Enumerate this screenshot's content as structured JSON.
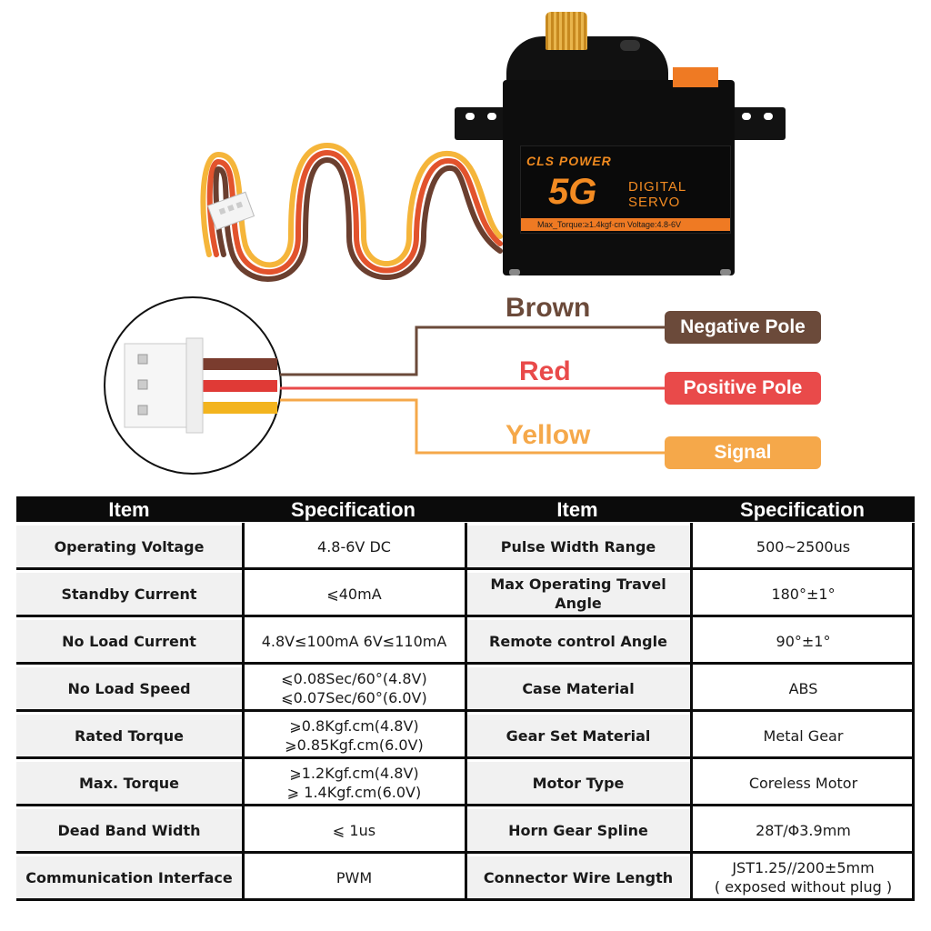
{
  "product": {
    "brand": "CLS POWER",
    "model_big": "5G",
    "model_line1": "DIGITAL",
    "model_line2": "SERVO",
    "label_strip": "Max_Torque:≥1.4kgf·cm  Voltage:4.8-6V"
  },
  "wiring": {
    "wires": [
      {
        "color_name": "Brown",
        "pole": "Negative Pole",
        "color": "#6b4a3a"
      },
      {
        "color_name": "Red",
        "pole": "Positive Pole",
        "color": "#e94a4a"
      },
      {
        "color_name": "Yellow",
        "pole": "Signal",
        "color": "#f5a84a"
      }
    ]
  },
  "table": {
    "headers": [
      "Item",
      "Specification",
      "Item",
      "Specification"
    ],
    "left_rows": [
      {
        "item": "Operating  Voltage",
        "value": "4.8-6V DC"
      },
      {
        "item": "Standby Current",
        "value": "⩽40mA"
      },
      {
        "item": "No Load Current",
        "value": "4.8V≤100mA    6V≤110mA"
      },
      {
        "item": "No Load Speed",
        "value": "⩽0.08Sec/60°(4.8V)\n⩽0.07Sec/60°(6.0V)"
      },
      {
        "item": "Rated Torque",
        "value": "⩾0.8Kgf.cm(4.8V)\n⩾0.85Kgf.cm(6.0V)"
      },
      {
        "item": "Max. Torque",
        "value": "⩾1.2Kgf.cm(4.8V)\n⩾ 1.4Kgf.cm(6.0V)"
      },
      {
        "item": "Dead Band Width",
        "value": "⩽ 1us"
      },
      {
        "item": "Communication Interface",
        "value": "PWM"
      }
    ],
    "right_rows": [
      {
        "item": "Pulse Width Range",
        "value": "500~2500us"
      },
      {
        "item": "Max Operating Travel Angle",
        "value": "180°±1°"
      },
      {
        "item": "Remote control Angle",
        "value": "90°±1°"
      },
      {
        "item": "Case Material",
        "value": "ABS"
      },
      {
        "item": "Gear Set Material",
        "value": "Metal Gear"
      },
      {
        "item": "Motor Type",
        "value": "Coreless Motor"
      },
      {
        "item": "Horn Gear Spline",
        "value": "28T/Φ3.9mm"
      },
      {
        "item": "Connector Wire Length",
        "value": "JST1.25//200±5mm\n( exposed without plug )"
      }
    ]
  }
}
